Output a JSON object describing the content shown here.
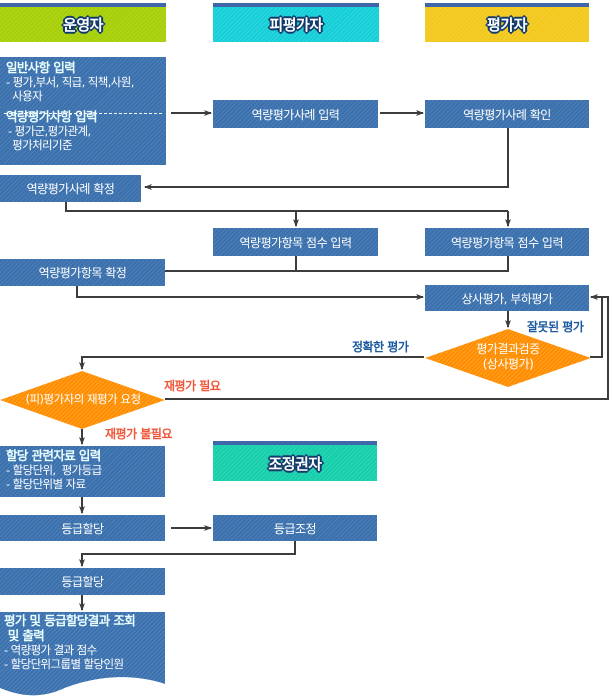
{
  "colors": {
    "box_blue": "#3a70ad",
    "operator_header": "#a6cf06",
    "evaluatee_header": "#15cfd8",
    "evaluator_header": "#f2c81a",
    "adjuster_header": "#15cfab",
    "decision_orange": "#ff8c00",
    "label_blue": "#1b5aa0",
    "label_red": "#f0563a",
    "connector": "#3c3c3c"
  },
  "lanes": {
    "operator": "운영자",
    "evaluatee": "피평가자",
    "evaluator": "평가자",
    "adjuster": "조정권자"
  },
  "steps": {
    "general_input": {
      "title": "일반사항 입력",
      "details": [
        "- 평가,부서, 직급, 직책,사원,",
        "  사용자"
      ]
    },
    "competency_input": {
      "title": "역량평가사항 입력",
      "details": [
        "- 평가군,평가관계,",
        "  평가처리기준"
      ]
    },
    "case_input": "역량평가사례 입력",
    "case_confirm_check": "역량평가사례 확인",
    "case_finalize": "역량평가사례 확정",
    "score_input_evaluatee": "역량평가항목 점수 입력",
    "score_input_evaluator": "역량평가항목 점수 입력",
    "item_finalize": "역량평가항목 확정",
    "superior_subordinate_eval": "상사평가, 부하평가",
    "allocation_input": {
      "title": "할당 관련자료 입력",
      "details": [
        "- 할당단위,  평가등급",
        "- 할당단위별 자료"
      ]
    },
    "grade_allocation_1": "등급할당",
    "grade_adjust": "등급조정",
    "grade_allocation_2": "등급할당",
    "result_output": {
      "title_lines": [
        "평가 및 등급할당결과 조회",
        " 및 출력"
      ],
      "details": [
        "- 역량평가 결과 점수",
        "- 할당단위그룹별 할당인원"
      ]
    }
  },
  "decisions": {
    "result_verify": [
      "평가결과검증",
      "(상사평가)"
    ],
    "reeval_request": "(피)평가자의 재평가 요청"
  },
  "edge_labels": {
    "wrong_eval": "잘못된 평가",
    "correct_eval": "정확한 평가",
    "reeval_needed": "재평가 필요",
    "reeval_not_needed": "재평가 불필요"
  }
}
